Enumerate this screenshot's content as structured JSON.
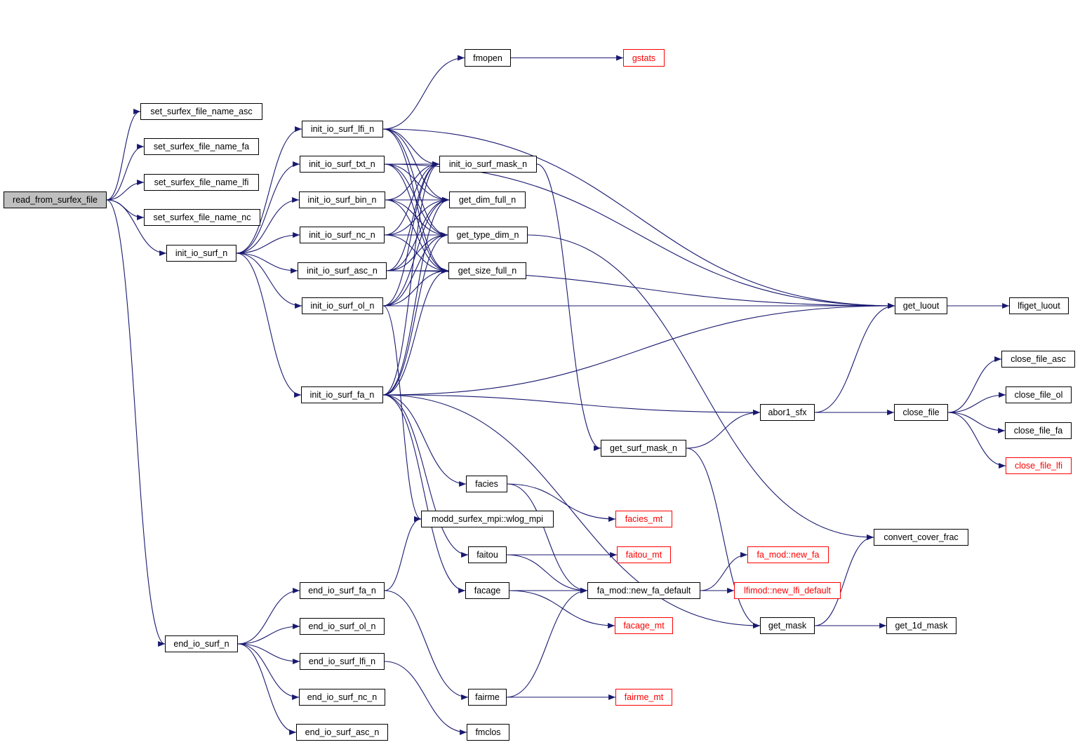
{
  "colors": {
    "edge": "#191970",
    "external_border": "#ff0000",
    "root_fill": "#bfbfbf"
  },
  "nodes": [
    {
      "label": "read_from_surfex_file",
      "style": "root"
    },
    {
      "label": "set_surfex_file_name_asc",
      "style": "normal"
    },
    {
      "label": "set_surfex_file_name_fa",
      "style": "normal"
    },
    {
      "label": "set_surfex_file_name_lfi",
      "style": "normal"
    },
    {
      "label": "set_surfex_file_name_nc",
      "style": "normal"
    },
    {
      "label": "init_io_surf_n",
      "style": "normal"
    },
    {
      "label": "end_io_surf_n",
      "style": "normal"
    },
    {
      "label": "init_io_surf_lfi_n",
      "style": "normal"
    },
    {
      "label": "init_io_surf_txt_n",
      "style": "normal"
    },
    {
      "label": "init_io_surf_bin_n",
      "style": "normal"
    },
    {
      "label": "init_io_surf_nc_n",
      "style": "normal"
    },
    {
      "label": "init_io_surf_asc_n",
      "style": "normal"
    },
    {
      "label": "init_io_surf_ol_n",
      "style": "normal"
    },
    {
      "label": "init_io_surf_fa_n",
      "style": "normal"
    },
    {
      "label": "end_io_surf_fa_n",
      "style": "normal"
    },
    {
      "label": "end_io_surf_ol_n",
      "style": "normal"
    },
    {
      "label": "end_io_surf_lfi_n",
      "style": "normal"
    },
    {
      "label": "end_io_surf_nc_n",
      "style": "normal"
    },
    {
      "label": "end_io_surf_asc_n",
      "style": "normal"
    },
    {
      "label": "fmopen",
      "style": "normal"
    },
    {
      "label": "gstats",
      "style": "red"
    },
    {
      "label": "init_io_surf_mask_n",
      "style": "normal"
    },
    {
      "label": "get_dim_full_n",
      "style": "normal"
    },
    {
      "label": "get_type_dim_n",
      "style": "normal"
    },
    {
      "label": "get_size_full_n",
      "style": "normal"
    },
    {
      "label": "facies",
      "style": "normal"
    },
    {
      "label": "modd_surfex_mpi::wlog_mpi",
      "style": "normal"
    },
    {
      "label": "faitou",
      "style": "normal"
    },
    {
      "label": "facage",
      "style": "normal"
    },
    {
      "label": "fairme",
      "style": "normal"
    },
    {
      "label": "fmclos",
      "style": "normal"
    },
    {
      "label": "facies_mt",
      "style": "red"
    },
    {
      "label": "faitou_mt",
      "style": "red"
    },
    {
      "label": "fa_mod::new_fa_default",
      "style": "normal"
    },
    {
      "label": "facage_mt",
      "style": "red"
    },
    {
      "label": "fairme_mt",
      "style": "red"
    },
    {
      "label": "get_surf_mask_n",
      "style": "normal"
    },
    {
      "label": "get_luout",
      "style": "normal"
    },
    {
      "label": "lfiget_luout",
      "style": "normal"
    },
    {
      "label": "abor1_sfx",
      "style": "normal"
    },
    {
      "label": "close_file",
      "style": "normal"
    },
    {
      "label": "close_file_asc",
      "style": "normal"
    },
    {
      "label": "close_file_ol",
      "style": "normal"
    },
    {
      "label": "close_file_fa",
      "style": "normal"
    },
    {
      "label": "close_file_lfi",
      "style": "red"
    },
    {
      "label": "convert_cover_frac",
      "style": "normal"
    },
    {
      "label": "fa_mod::new_fa",
      "style": "red"
    },
    {
      "label": "lfimod::new_lfi_default",
      "style": "red"
    },
    {
      "label": "get_mask",
      "style": "normal"
    },
    {
      "label": "get_1d_mask",
      "style": "normal"
    }
  ],
  "edges": [
    [
      "read_from_surfex_file",
      "set_surfex_file_name_asc"
    ],
    [
      "read_from_surfex_file",
      "set_surfex_file_name_fa"
    ],
    [
      "read_from_surfex_file",
      "set_surfex_file_name_lfi"
    ],
    [
      "read_from_surfex_file",
      "set_surfex_file_name_nc"
    ],
    [
      "read_from_surfex_file",
      "init_io_surf_n"
    ],
    [
      "read_from_surfex_file",
      "end_io_surf_n"
    ],
    [
      "init_io_surf_n",
      "init_io_surf_lfi_n"
    ],
    [
      "init_io_surf_n",
      "init_io_surf_txt_n"
    ],
    [
      "init_io_surf_n",
      "init_io_surf_bin_n"
    ],
    [
      "init_io_surf_n",
      "init_io_surf_nc_n"
    ],
    [
      "init_io_surf_n",
      "init_io_surf_asc_n"
    ],
    [
      "init_io_surf_n",
      "init_io_surf_ol_n"
    ],
    [
      "init_io_surf_n",
      "init_io_surf_fa_n"
    ],
    [
      "init_io_surf_lfi_n",
      "fmopen"
    ],
    [
      "init_io_surf_lfi_n",
      "get_luout"
    ],
    [
      "init_io_surf_lfi_n",
      "init_io_surf_mask_n"
    ],
    [
      "init_io_surf_lfi_n",
      "get_dim_full_n"
    ],
    [
      "init_io_surf_lfi_n",
      "get_type_dim_n"
    ],
    [
      "init_io_surf_lfi_n",
      "get_size_full_n"
    ],
    [
      "init_io_surf_txt_n",
      "init_io_surf_mask_n"
    ],
    [
      "init_io_surf_txt_n",
      "get_dim_full_n"
    ],
    [
      "init_io_surf_txt_n",
      "get_type_dim_n"
    ],
    [
      "init_io_surf_txt_n",
      "get_size_full_n"
    ],
    [
      "init_io_surf_txt_n",
      "get_luout"
    ],
    [
      "init_io_surf_bin_n",
      "init_io_surf_mask_n"
    ],
    [
      "init_io_surf_bin_n",
      "get_dim_full_n"
    ],
    [
      "init_io_surf_bin_n",
      "get_type_dim_n"
    ],
    [
      "init_io_surf_bin_n",
      "get_size_full_n"
    ],
    [
      "init_io_surf_nc_n",
      "init_io_surf_mask_n"
    ],
    [
      "init_io_surf_nc_n",
      "get_dim_full_n"
    ],
    [
      "init_io_surf_nc_n",
      "get_type_dim_n"
    ],
    [
      "init_io_surf_nc_n",
      "get_size_full_n"
    ],
    [
      "init_io_surf_asc_n",
      "init_io_surf_mask_n"
    ],
    [
      "init_io_surf_asc_n",
      "get_dim_full_n"
    ],
    [
      "init_io_surf_asc_n",
      "get_type_dim_n"
    ],
    [
      "init_io_surf_asc_n",
      "get_size_full_n"
    ],
    [
      "init_io_surf_asc_n",
      "get_luout"
    ],
    [
      "init_io_surf_ol_n",
      "init_io_surf_mask_n"
    ],
    [
      "init_io_surf_ol_n",
      "get_dim_full_n"
    ],
    [
      "init_io_surf_ol_n",
      "get_type_dim_n"
    ],
    [
      "init_io_surf_ol_n",
      "get_size_full_n"
    ],
    [
      "init_io_surf_ol_n",
      "get_luout"
    ],
    [
      "init_io_surf_ol_n",
      "modd_surfex_mpi::wlog_mpi"
    ],
    [
      "init_io_surf_fa_n",
      "init_io_surf_mask_n"
    ],
    [
      "init_io_surf_fa_n",
      "get_dim_full_n"
    ],
    [
      "init_io_surf_fa_n",
      "get_type_dim_n"
    ],
    [
      "init_io_surf_fa_n",
      "get_size_full_n"
    ],
    [
      "init_io_surf_fa_n",
      "get_luout"
    ],
    [
      "init_io_surf_fa_n",
      "abor1_sfx"
    ],
    [
      "init_io_surf_fa_n",
      "facies"
    ],
    [
      "init_io_surf_fa_n",
      "faitou"
    ],
    [
      "init_io_surf_fa_n",
      "facage"
    ],
    [
      "init_io_surf_fa_n",
      "get_mask"
    ],
    [
      "fmopen",
      "gstats"
    ],
    [
      "init_io_surf_mask_n",
      "get_surf_mask_n"
    ],
    [
      "get_type_dim_n",
      "convert_cover_frac"
    ],
    [
      "get_surf_mask_n",
      "abor1_sfx"
    ],
    [
      "get_surf_mask_n",
      "get_mask"
    ],
    [
      "abor1_sfx",
      "get_luout"
    ],
    [
      "abor1_sfx",
      "close_file"
    ],
    [
      "get_luout",
      "lfiget_luout"
    ],
    [
      "close_file",
      "close_file_asc"
    ],
    [
      "close_file",
      "close_file_ol"
    ],
    [
      "close_file",
      "close_file_fa"
    ],
    [
      "close_file",
      "close_file_lfi"
    ],
    [
      "facies",
      "facies_mt"
    ],
    [
      "facies",
      "fa_mod::new_fa_default"
    ],
    [
      "faitou",
      "faitou_mt"
    ],
    [
      "faitou",
      "fa_mod::new_fa_default"
    ],
    [
      "facage",
      "fa_mod::new_fa_default"
    ],
    [
      "facage",
      "facage_mt"
    ],
    [
      "fairme",
      "fa_mod::new_fa_default"
    ],
    [
      "fairme",
      "fairme_mt"
    ],
    [
      "fa_mod::new_fa_default",
      "fa_mod::new_fa"
    ],
    [
      "fa_mod::new_fa_default",
      "lfimod::new_lfi_default"
    ],
    [
      "get_mask",
      "convert_cover_frac"
    ],
    [
      "get_mask",
      "get_1d_mask"
    ],
    [
      "end_io_surf_n",
      "end_io_surf_fa_n"
    ],
    [
      "end_io_surf_n",
      "end_io_surf_ol_n"
    ],
    [
      "end_io_surf_n",
      "end_io_surf_lfi_n"
    ],
    [
      "end_io_surf_n",
      "end_io_surf_nc_n"
    ],
    [
      "end_io_surf_n",
      "end_io_surf_asc_n"
    ],
    [
      "end_io_surf_fa_n",
      "modd_surfex_mpi::wlog_mpi"
    ],
    [
      "end_io_surf_fa_n",
      "fairme"
    ],
    [
      "end_io_surf_lfi_n",
      "fmclos"
    ]
  ]
}
